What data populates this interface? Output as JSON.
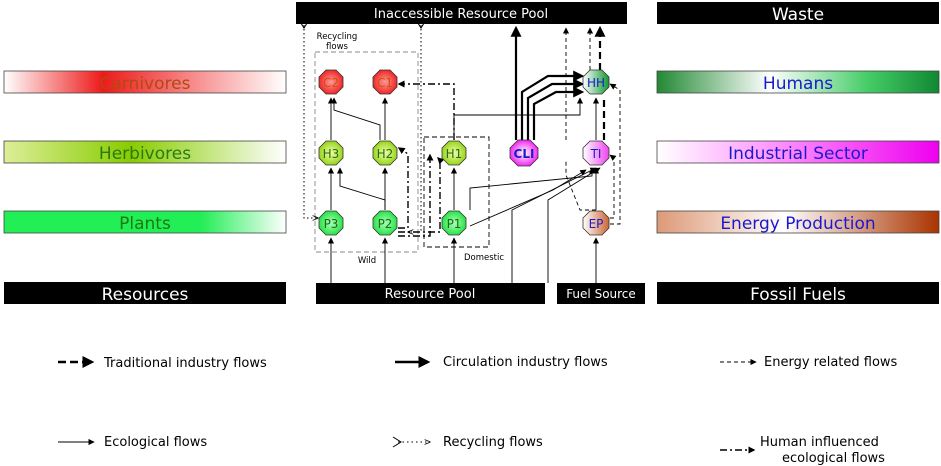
{
  "left_bars": {
    "carnivores": "Carnivores",
    "herbivores": "Herbivores",
    "plants": "Plants",
    "resources": "Resources"
  },
  "right_bars": {
    "waste": "Waste",
    "humans": "Humans",
    "industrial": "Industrial Sector",
    "energy": "Energy Production",
    "fossil": "Fossil Fuels"
  },
  "center": {
    "top_pool": "Inaccessible Resource Pool",
    "resource_pool": "Resource Pool",
    "fuel_source": "Fuel Source",
    "recycling_flows_line1": "Recycling",
    "recycling_flows_line2": "flows",
    "wild": "Wild",
    "domestic": "Domestic"
  },
  "nodes": {
    "c2": "C2",
    "c1": "C1",
    "h3": "H3",
    "h2": "H2",
    "h1": "H1",
    "p3": "P3",
    "p2": "P2",
    "p1": "P1",
    "cli": "CLI",
    "hh": "HH",
    "ti": "TI",
    "ep": "EP"
  },
  "legend": {
    "traditional": "Traditional industry flows",
    "circulation": "Circulation industry flows",
    "energy": "Energy related flows",
    "ecological": "Ecological flows",
    "recycling": "Recycling flows",
    "human_line1": "Human influenced",
    "human_line2": "ecological flows"
  },
  "colors": {
    "carnivore_red": "#ee2222",
    "herbivore_green": "#88cc00",
    "plant_green": "#22ee44",
    "human_green": "#228833",
    "industrial_magenta": "#ee00ee",
    "energy_brown": "#aa3300",
    "label_blue": "#1a1acc",
    "label_green": "#2a7a10"
  }
}
